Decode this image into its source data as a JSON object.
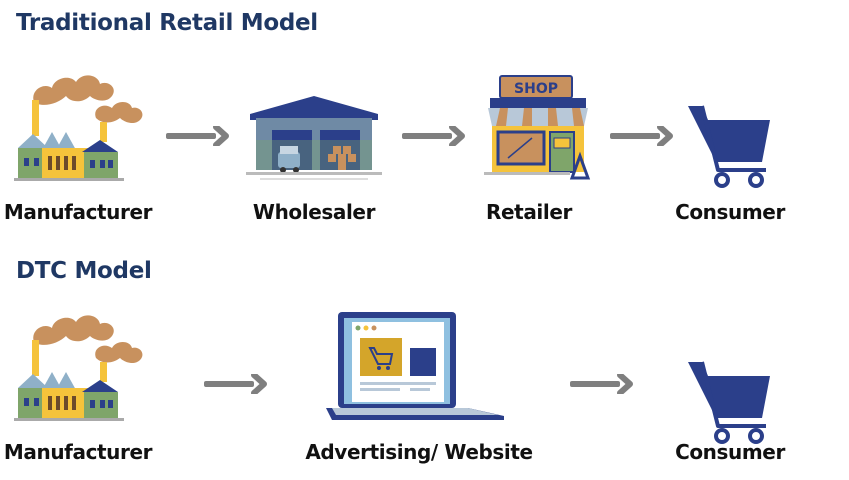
{
  "traditional": {
    "title": "Traditional Retail Model",
    "steps": [
      {
        "label": "Manufacturer",
        "icon": "factory-icon"
      },
      {
        "label": "Wholesaler",
        "icon": "warehouse-icon"
      },
      {
        "label": "Retailer",
        "icon": "shop-icon",
        "sign": "SHOP"
      },
      {
        "label": "Consumer",
        "icon": "shopping-cart-icon"
      }
    ]
  },
  "dtc": {
    "title": "DTC Model",
    "steps": [
      {
        "label": "Manufacturer",
        "icon": "factory-icon"
      },
      {
        "label": "Advertising/ Website",
        "icon": "laptop-icon"
      },
      {
        "label": "Consumer",
        "icon": "shopping-cart-icon"
      }
    ]
  },
  "colors": {
    "title": "#1f3864",
    "arrow": "#7f7f7f",
    "smoke": "#c8915e",
    "navy": "#2b3f8a",
    "yellow": "#f5c33b",
    "green": "#7fa56a"
  }
}
